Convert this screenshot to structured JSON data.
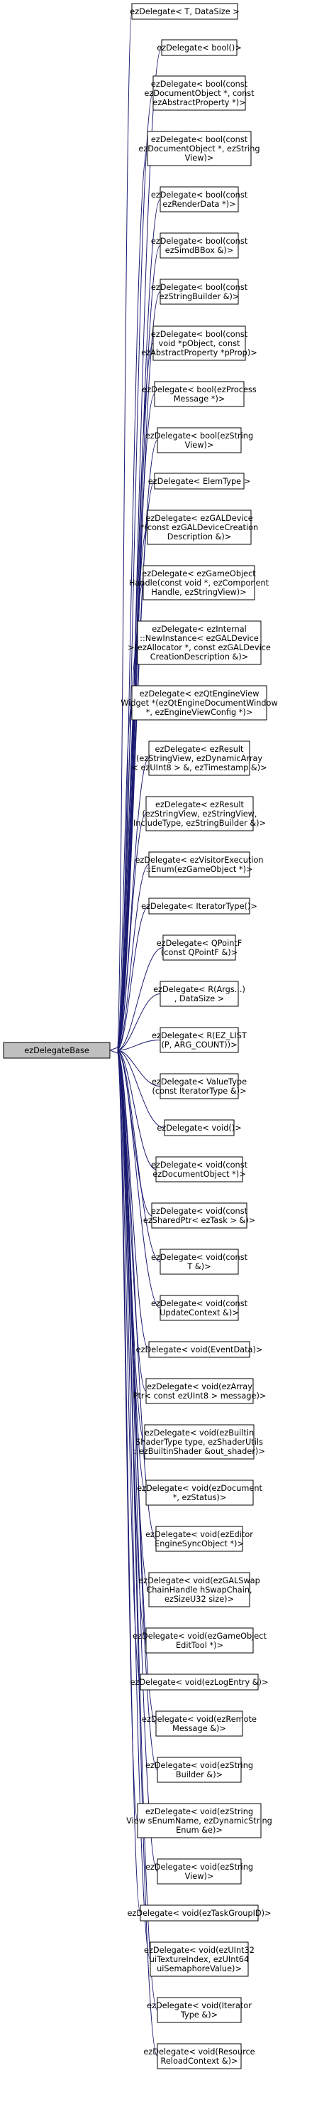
{
  "base": {
    "label": [
      "ezDelegateBase"
    ]
  },
  "nodes": [
    {
      "label": [
        "ezDelegate< T, DataSize >"
      ]
    },
    {
      "label": [
        "ezDelegate< bool()>"
      ]
    },
    {
      "label": [
        "ezDelegate< bool(const",
        "ezDocumentObject *, const",
        "ezAbstractProperty *)>"
      ]
    },
    {
      "label": [
        "ezDelegate< bool(const",
        "ezDocumentObject *, ezString",
        "View)>"
      ]
    },
    {
      "label": [
        "ezDelegate< bool(const",
        "ezRenderData *)>"
      ]
    },
    {
      "label": [
        "ezDelegate< bool(const",
        "ezSimdBBox &)>"
      ]
    },
    {
      "label": [
        "ezDelegate< bool(const",
        "ezStringBuilder &)>"
      ]
    },
    {
      "label": [
        "ezDelegate< bool(const",
        "void *pObject, const",
        "ezAbstractProperty *pProp)>"
      ]
    },
    {
      "label": [
        "ezDelegate< bool(ezProcess",
        "Message *)>"
      ]
    },
    {
      "label": [
        "ezDelegate< bool(ezString",
        "View)>"
      ]
    },
    {
      "label": [
        "ezDelegate< ElemType >"
      ]
    },
    {
      "label": [
        "ezDelegate< ezGALDevice",
        "*(const ezGALDeviceCreation",
        "Description &)>"
      ]
    },
    {
      "label": [
        "ezDelegate< ezGameObject",
        "Handle(const void *, ezComponent",
        "Handle, ezStringView)>"
      ]
    },
    {
      "label": [
        "ezDelegate< ezInternal",
        "::NewInstance< ezGALDevice",
        ">(ezAllocator *, const ezGALDevice",
        "CreationDescription &)>"
      ]
    },
    {
      "label": [
        "ezDelegate< ezQtEngineView",
        "Widget *(ezQtEngineDocumentWindow",
        "*, ezEngineViewConfig *)>"
      ]
    },
    {
      "label": [
        "ezDelegate< ezResult",
        "(ezStringView, ezDynamicArray",
        "< ezUInt8 > &, ezTimestamp &)>"
      ]
    },
    {
      "label": [
        "ezDelegate< ezResult",
        "(ezStringView, ezStringView,",
        "IncludeType, ezStringBuilder &)>"
      ]
    },
    {
      "label": [
        "ezDelegate< ezVisitorExecution",
        "::Enum(ezGameObject *)>"
      ]
    },
    {
      "label": [
        "ezDelegate< IteratorType()>"
      ]
    },
    {
      "label": [
        "ezDelegate< QPointF",
        "(const QPointF &)>"
      ]
    },
    {
      "label": [
        "ezDelegate< R(Args...)",
        ", DataSize >"
      ]
    },
    {
      "label": [
        "ezDelegate< R(EZ_LIST",
        "(P, ARG_COUNT))>"
      ]
    },
    {
      "label": [
        "ezDelegate< ValueType",
        "(const IteratorType &)>"
      ]
    },
    {
      "label": [
        "ezDelegate< void()>"
      ]
    },
    {
      "label": [
        "ezDelegate< void(const",
        "ezDocumentObject *)>"
      ]
    },
    {
      "label": [
        "ezDelegate< void(const",
        "ezSharedPtr< ezTask > &)>"
      ]
    },
    {
      "label": [
        "ezDelegate< void(const",
        "T &)>"
      ]
    },
    {
      "label": [
        "ezDelegate< void(const",
        "UpdateContext &)>"
      ]
    },
    {
      "label": [
        "ezDelegate< void(EventData)>"
      ]
    },
    {
      "label": [
        "ezDelegate< void(ezArray",
        "Ptr< const ezUInt8 > message)>"
      ]
    },
    {
      "label": [
        "ezDelegate< void(ezBuiltin",
        "ShaderType type, ezShaderUtils",
        "::ezBuiltinShader &out_shader)>"
      ]
    },
    {
      "label": [
        "ezDelegate< void(ezDocument",
        "*, ezStatus)>"
      ]
    },
    {
      "label": [
        "ezDelegate< void(ezEditor",
        "EngineSyncObject *)>"
      ]
    },
    {
      "label": [
        "ezDelegate< void(ezGALSwap",
        "ChainHandle hSwapChain,",
        "ezSizeU32 size)>"
      ]
    },
    {
      "label": [
        "ezDelegate< void(ezGameObject",
        "EditTool *)>"
      ]
    },
    {
      "label": [
        "ezDelegate< void(ezLogEntry &)>"
      ]
    },
    {
      "label": [
        "ezDelegate< void(ezRemote",
        "Message &)>"
      ]
    },
    {
      "label": [
        "ezDelegate< void(ezString",
        "Builder &)>"
      ]
    },
    {
      "label": [
        "ezDelegate< void(ezString",
        "View sEnumName, ezDynamicString",
        "Enum &e)>"
      ]
    },
    {
      "label": [
        "ezDelegate< void(ezString",
        "View)>"
      ]
    },
    {
      "label": [
        "ezDelegate< void(ezTaskGroupID)>"
      ]
    },
    {
      "label": [
        "ezDelegate< void(ezUInt32",
        "uiTextureIndex, ezUInt64",
        "uiSemaphoreValue)>"
      ]
    },
    {
      "label": [
        "ezDelegate< void(Iterator",
        "Type &)>"
      ]
    },
    {
      "label": [
        "ezDelegate< void(Resource",
        "ReloadContext &)>"
      ]
    }
  ]
}
